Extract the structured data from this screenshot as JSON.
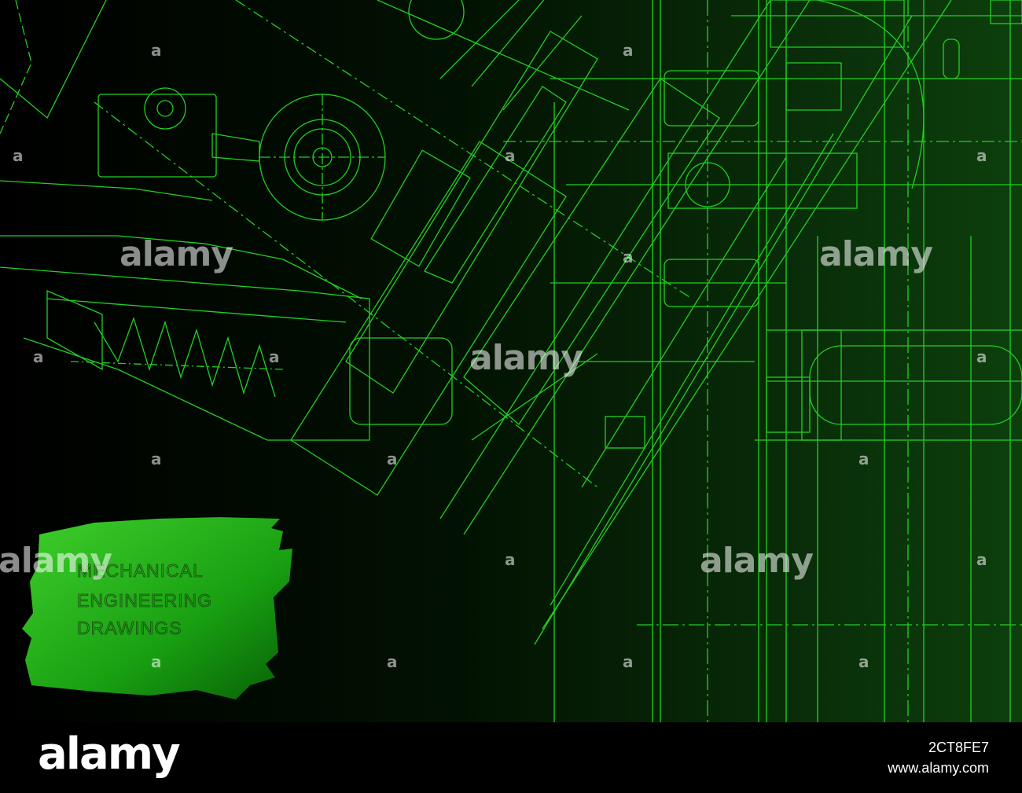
{
  "image": {
    "title_lines": [
      "MECHANICAL",
      "ENGINEERING",
      "DRAWINGS"
    ],
    "colors": {
      "line": "#22d022",
      "background_dark": "#000000",
      "background_green": "#0c3a0c",
      "patch_light": "#3cc829",
      "patch_dark": "#0a6a06"
    }
  },
  "watermark": {
    "text": "alamy",
    "small_glyph": "a"
  },
  "footer": {
    "logo": "alamy",
    "image_id": "2CT8FE7",
    "url": "www.alamy.com"
  }
}
